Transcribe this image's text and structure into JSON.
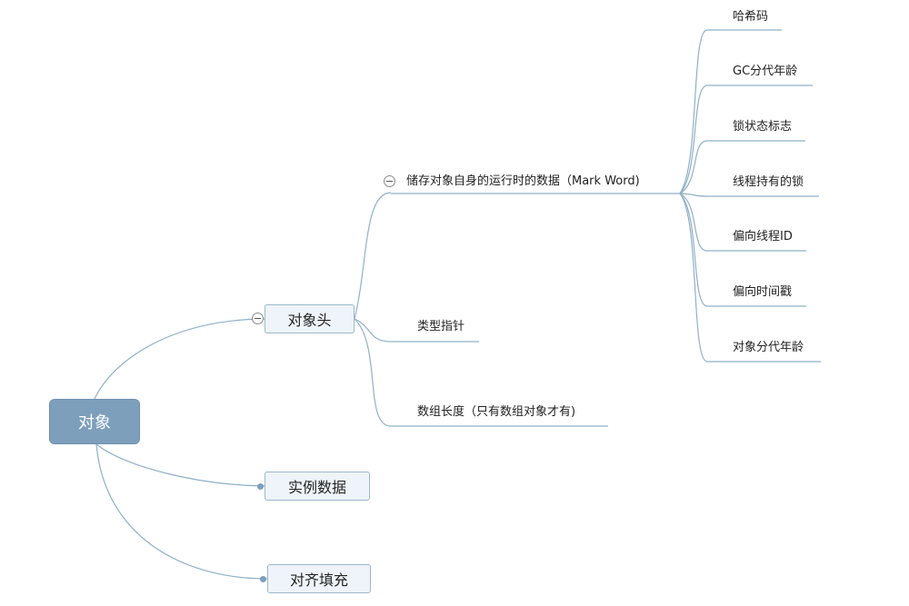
{
  "mindmap": {
    "root": "对象",
    "children": [
      {
        "label": "对象头",
        "children": [
          {
            "label": "储存对象自身的运行时的数据（Mark Word)",
            "children": [
              "哈希码",
              "GC分代年龄",
              "锁状态标志",
              "线程持有的锁",
              "偏向线程ID",
              "偏向时间戳",
              "对象分代年龄"
            ]
          },
          {
            "label": "类型指针"
          },
          {
            "label": "数组长度（只有数组对象才有)"
          }
        ]
      },
      {
        "label": "实例数据"
      },
      {
        "label": "对齐填充"
      }
    ]
  },
  "colors": {
    "line": "#8fb0c8",
    "root_fill": "#7d9fbc",
    "box_fill": "#eef4f9",
    "box_border": "#9db7cc"
  }
}
